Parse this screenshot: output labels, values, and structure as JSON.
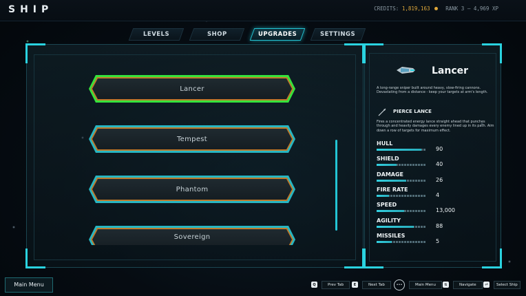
{
  "topbar": {
    "logo": "SHIP",
    "credits_label": "CREDITS:",
    "credits_value": "1,819,163",
    "rank_text": "RANK 3 — 4,969 XP"
  },
  "tabs": [
    {
      "label": "LEVELS",
      "active": false
    },
    {
      "label": "SHOP",
      "active": false
    },
    {
      "label": "UPGRADES",
      "active": true
    },
    {
      "label": "SETTINGS",
      "active": false
    }
  ],
  "ships": [
    {
      "name": "Lancer",
      "selected": true
    },
    {
      "name": "Tempest",
      "selected": false
    },
    {
      "name": "Phantom",
      "selected": false
    },
    {
      "name": "Sovereign",
      "selected": false
    }
  ],
  "details": {
    "name": "Lancer",
    "description": "A long-range sniper built around heavy, slow-firing cannons. Devastating from a distance - keep your targets at arm's length.",
    "ability_name": "PIERCE LANCE",
    "ability_description": "Fires a concentrated energy lance straight ahead that punches through and heavily damages every enemy lined up in its path. Aim down a row of targets for maximum effect.",
    "stats": [
      {
        "name": "HULL",
        "value": "90",
        "fill": 0.9
      },
      {
        "name": "SHIELD",
        "value": "40",
        "fill": 0.4
      },
      {
        "name": "DAMAGE",
        "value": "26",
        "fill": 0.6
      },
      {
        "name": "FIRE RATE",
        "value": "4",
        "fill": 0.25
      },
      {
        "name": "SPEED",
        "value": "13,000",
        "fill": 0.55
      },
      {
        "name": "AGILITY",
        "value": "88",
        "fill": 0.75
      },
      {
        "name": "MISSILES",
        "value": "5",
        "fill": 0.3
      }
    ]
  },
  "bottom": {
    "main_menu": "Main Menu",
    "hints": [
      {
        "key": "Q",
        "label": "Prev Tab"
      },
      {
        "key": "E",
        "label": "Next Tab"
      },
      {
        "key": "•••",
        "label": "Main Menu"
      },
      {
        "key": "⇅",
        "label": "Navigate"
      },
      {
        "key": "⏎",
        "label": "Select Ship"
      }
    ]
  },
  "colors": {
    "accent": "#2ad3e0",
    "selected": "#36e33c",
    "orange_trim": "#c07a2a",
    "credits": "#e0a83a"
  }
}
